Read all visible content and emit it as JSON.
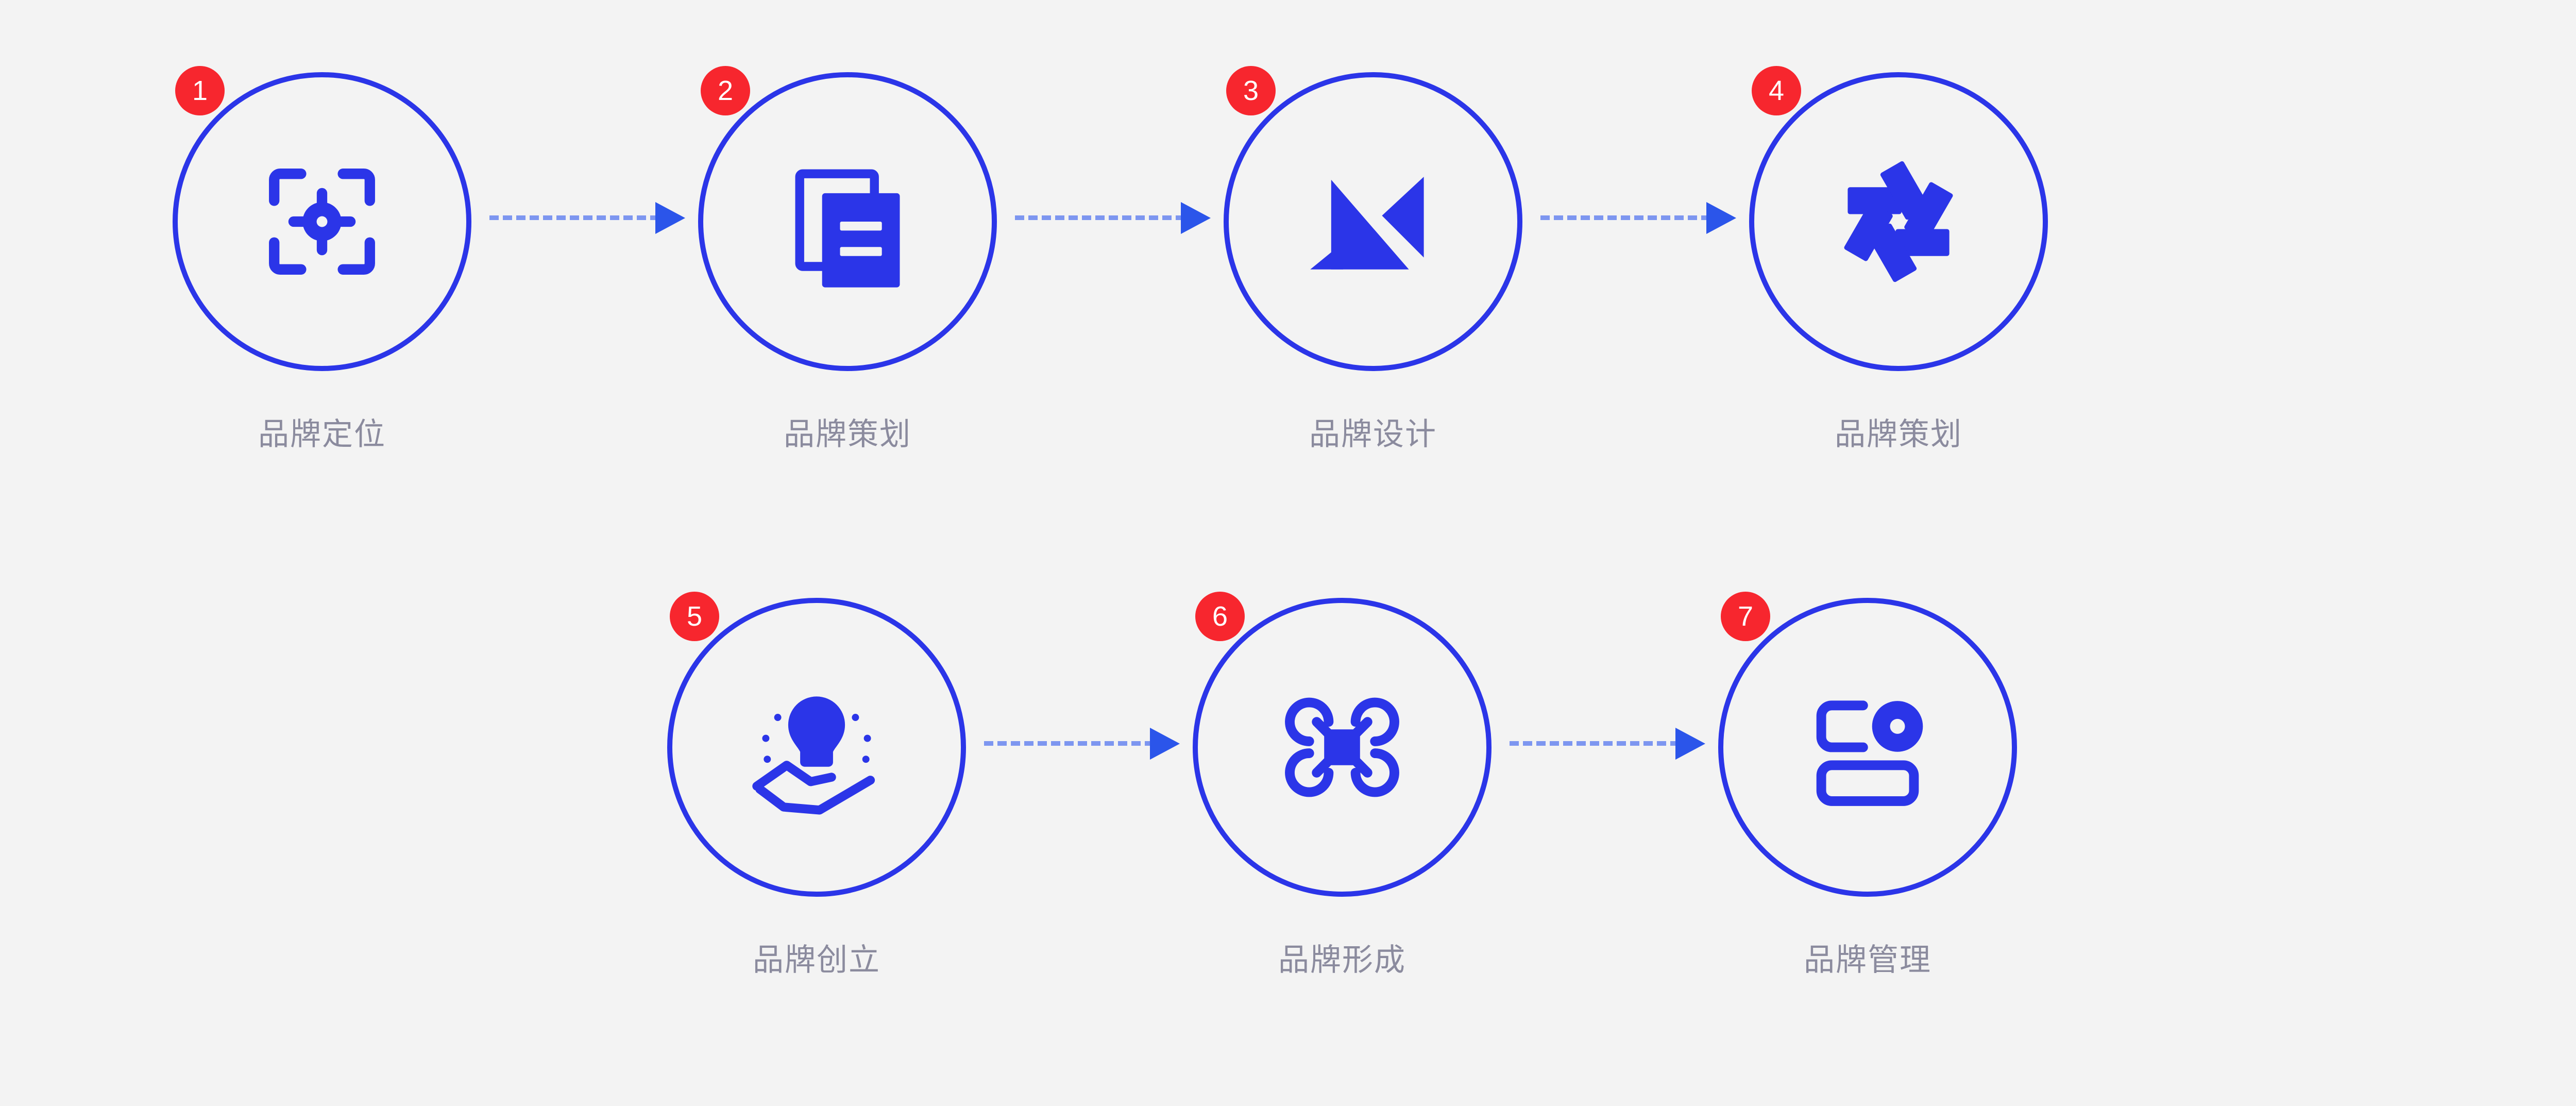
{
  "page": {
    "background_color": "#f3f3f3",
    "accent_blue": "#2b35e8",
    "badge_red": "#f7262e",
    "label_color": "#8b8b9e",
    "arrow_dash_color": "#7d96f0"
  },
  "diagram": {
    "type": "process-flow",
    "total_steps": 7,
    "rows": [
      {
        "steps": [
          {
            "number": "1",
            "label": "品牌定位",
            "icon": "focus-target-icon"
          },
          {
            "number": "2",
            "label": "品牌策划",
            "icon": "documents-copy-icon"
          },
          {
            "number": "3",
            "label": "品牌设计",
            "icon": "origami-mark-icon"
          },
          {
            "number": "4",
            "label": "品牌策划",
            "icon": "pinwheel-aperture-icon"
          }
        ]
      },
      {
        "steps": [
          {
            "number": "5",
            "label": "品牌创立",
            "icon": "lightbulb-idea-icon"
          },
          {
            "number": "6",
            "label": "品牌形成",
            "icon": "drone-quadcopter-icon"
          },
          {
            "number": "7",
            "label": "品牌管理",
            "icon": "dashboard-layout-icon"
          }
        ]
      }
    ]
  }
}
